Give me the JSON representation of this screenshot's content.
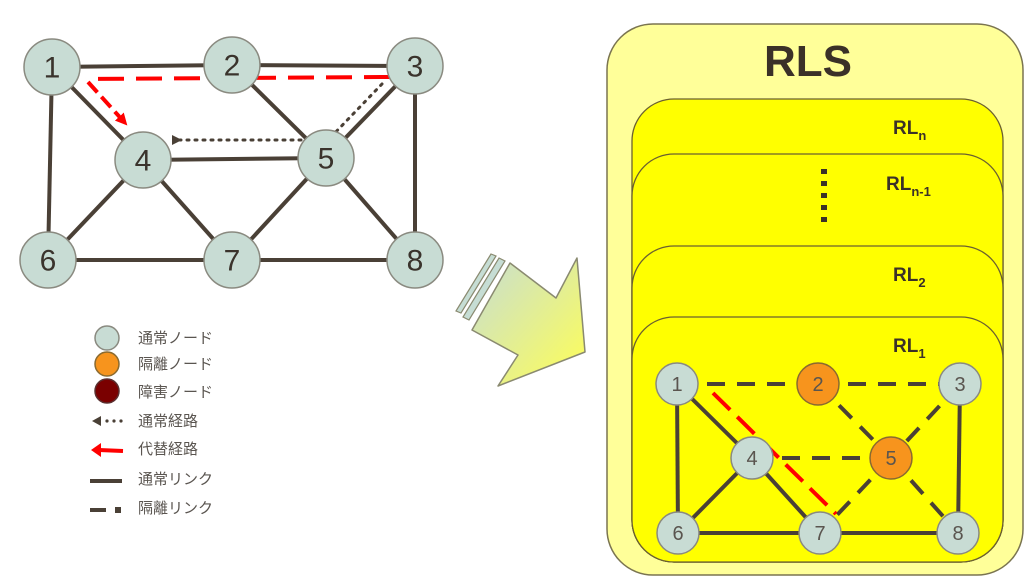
{
  "colors": {
    "normal_node": "#c8dcd4",
    "node_stroke": "#8a8a80",
    "isolated_node": "#f7941d",
    "failed_node": "#7a0000",
    "link": "#4a4036",
    "alt_route": "#ff0000",
    "rls_outer": "#ffff99",
    "rl_layer": "#ffff00",
    "layer_stroke": "#6b6030"
  },
  "left_graph": {
    "nodes": [
      "1",
      "2",
      "3",
      "4",
      "5",
      "6",
      "7",
      "8"
    ],
    "links": [
      [
        "1",
        "2"
      ],
      [
        "2",
        "3"
      ],
      [
        "1",
        "6"
      ],
      [
        "1",
        "4"
      ],
      [
        "2",
        "5"
      ],
      [
        "3",
        "5"
      ],
      [
        "3",
        "8"
      ],
      [
        "4",
        "5"
      ],
      [
        "4",
        "6"
      ],
      [
        "4",
        "7"
      ],
      [
        "5",
        "7"
      ],
      [
        "5",
        "8"
      ],
      [
        "6",
        "7"
      ],
      [
        "7",
        "8"
      ]
    ],
    "normal_route": [
      "3",
      "5",
      "4"
    ],
    "alternate_route": [
      "3",
      "1",
      "4"
    ]
  },
  "transform_arrow": "down-right-arrow",
  "rls": {
    "title": "RLS",
    "layers": [
      {
        "id": "rln",
        "base": "RL",
        "sub": "n"
      },
      {
        "id": "rln1",
        "base": "RL",
        "sub": "n-1"
      },
      {
        "id": "rl2",
        "base": "RL",
        "sub": "2"
      },
      {
        "id": "rl1",
        "base": "RL",
        "sub": "1"
      }
    ],
    "ellipsis": "⋮",
    "rl1_graph": {
      "nodes": [
        {
          "id": "1",
          "state": "normal"
        },
        {
          "id": "2",
          "state": "isolated"
        },
        {
          "id": "3",
          "state": "normal"
        },
        {
          "id": "4",
          "state": "normal"
        },
        {
          "id": "5",
          "state": "isolated"
        },
        {
          "id": "6",
          "state": "normal"
        },
        {
          "id": "7",
          "state": "normal"
        },
        {
          "id": "8",
          "state": "normal"
        }
      ],
      "links": [
        {
          "a": "1",
          "b": "2",
          "type": "isolated"
        },
        {
          "a": "2",
          "b": "3",
          "type": "isolated"
        },
        {
          "a": "2",
          "b": "5",
          "type": "isolated"
        },
        {
          "a": "3",
          "b": "5",
          "type": "isolated"
        },
        {
          "a": "4",
          "b": "5",
          "type": "isolated"
        },
        {
          "a": "5",
          "b": "7",
          "type": "isolated"
        },
        {
          "a": "5",
          "b": "8",
          "type": "isolated"
        },
        {
          "a": "1",
          "b": "6",
          "type": "normal"
        },
        {
          "a": "1",
          "b": "4",
          "type": "normal"
        },
        {
          "a": "4",
          "b": "6",
          "type": "normal"
        },
        {
          "a": "4",
          "b": "7",
          "type": "normal"
        },
        {
          "a": "3",
          "b": "8",
          "type": "normal"
        },
        {
          "a": "6",
          "b": "7",
          "type": "normal"
        },
        {
          "a": "7",
          "b": "8",
          "type": "normal"
        }
      ],
      "alternate_route": [
        "1",
        "7"
      ]
    }
  },
  "legend": [
    {
      "icon": "normal-node-icon",
      "label": "通常ノード"
    },
    {
      "icon": "isolated-node-icon",
      "label": "隔離ノード"
    },
    {
      "icon": "failed-node-icon",
      "label": "障害ノード"
    },
    {
      "icon": "normal-route-icon",
      "label": "通常経路"
    },
    {
      "icon": "alternate-route-icon",
      "label": "代替経路"
    },
    {
      "icon": "normal-link-icon",
      "label": "通常リンク"
    },
    {
      "icon": "isolated-link-icon",
      "label": "隔離リンク"
    }
  ]
}
